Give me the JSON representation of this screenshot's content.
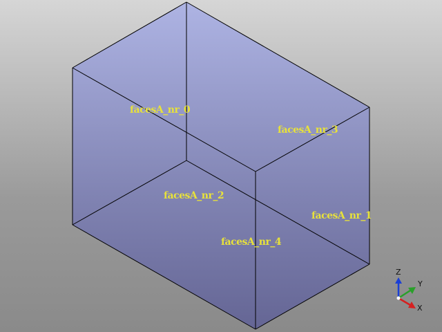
{
  "viewer": {
    "background_top": "#d6d6d6",
    "background_bottom": "#8a8a8a",
    "edge_color": "#000000",
    "face_fill_top": "#a7aee6",
    "face_fill_bottom": "#5e5f96",
    "label_color": "#e8e23a"
  },
  "face_labels": {
    "face0": "facesA_nr_0",
    "face1": "facesA_nr_1",
    "face2": "facesA_nr_2",
    "face3": "facesA_nr_3",
    "face4": "facesA_nr_4"
  },
  "axes": {
    "z_label": "Z",
    "y_label": "Y",
    "x_label": "X",
    "z_color": "#1a3fd6",
    "y_color": "#2aa02a",
    "x_color": "#d62020"
  }
}
